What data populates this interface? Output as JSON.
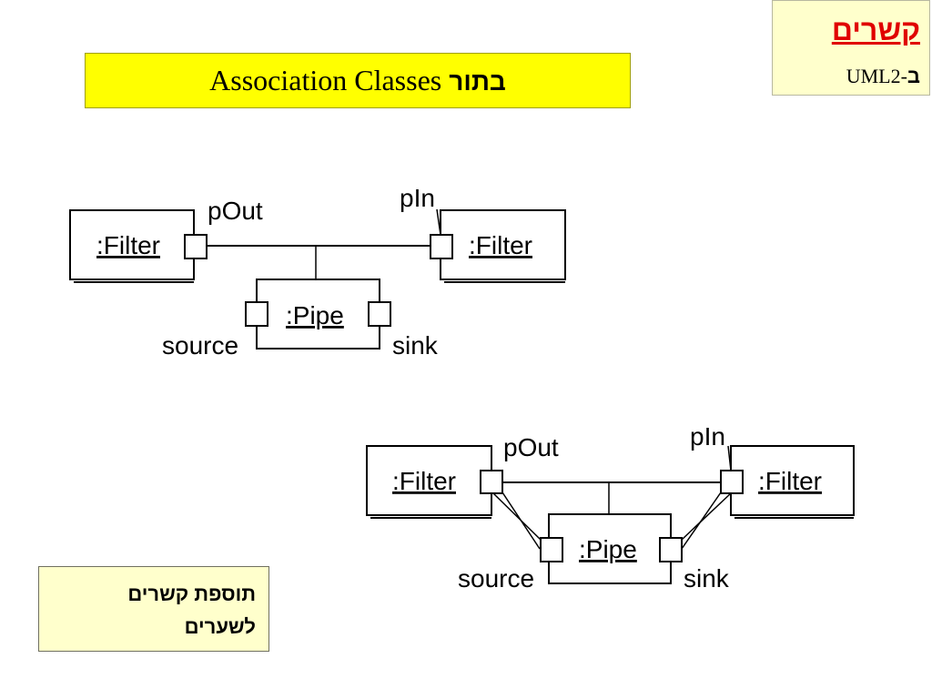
{
  "corner": {
    "title": "קשרים",
    "subtitle_latin": "UML2-",
    "subtitle_hebrew": "ב"
  },
  "title": {
    "latin": "Association Classes",
    "hebrew": "בתור"
  },
  "note": {
    "line1": "תוספת קשרים",
    "line2": "לשערים"
  },
  "diagram1": {
    "filter_left": ":Filter",
    "filter_right": ":Filter",
    "pipe": ":Pipe",
    "port_out": "pOut",
    "port_in": "pIn",
    "port_source": "source",
    "port_sink": "sink"
  },
  "diagram2": {
    "filter_left": ":Filter",
    "filter_right": ":Filter",
    "pipe": ":Pipe",
    "port_out": "pOut",
    "port_in": "pIn",
    "port_source": "source",
    "port_sink": "sink"
  }
}
